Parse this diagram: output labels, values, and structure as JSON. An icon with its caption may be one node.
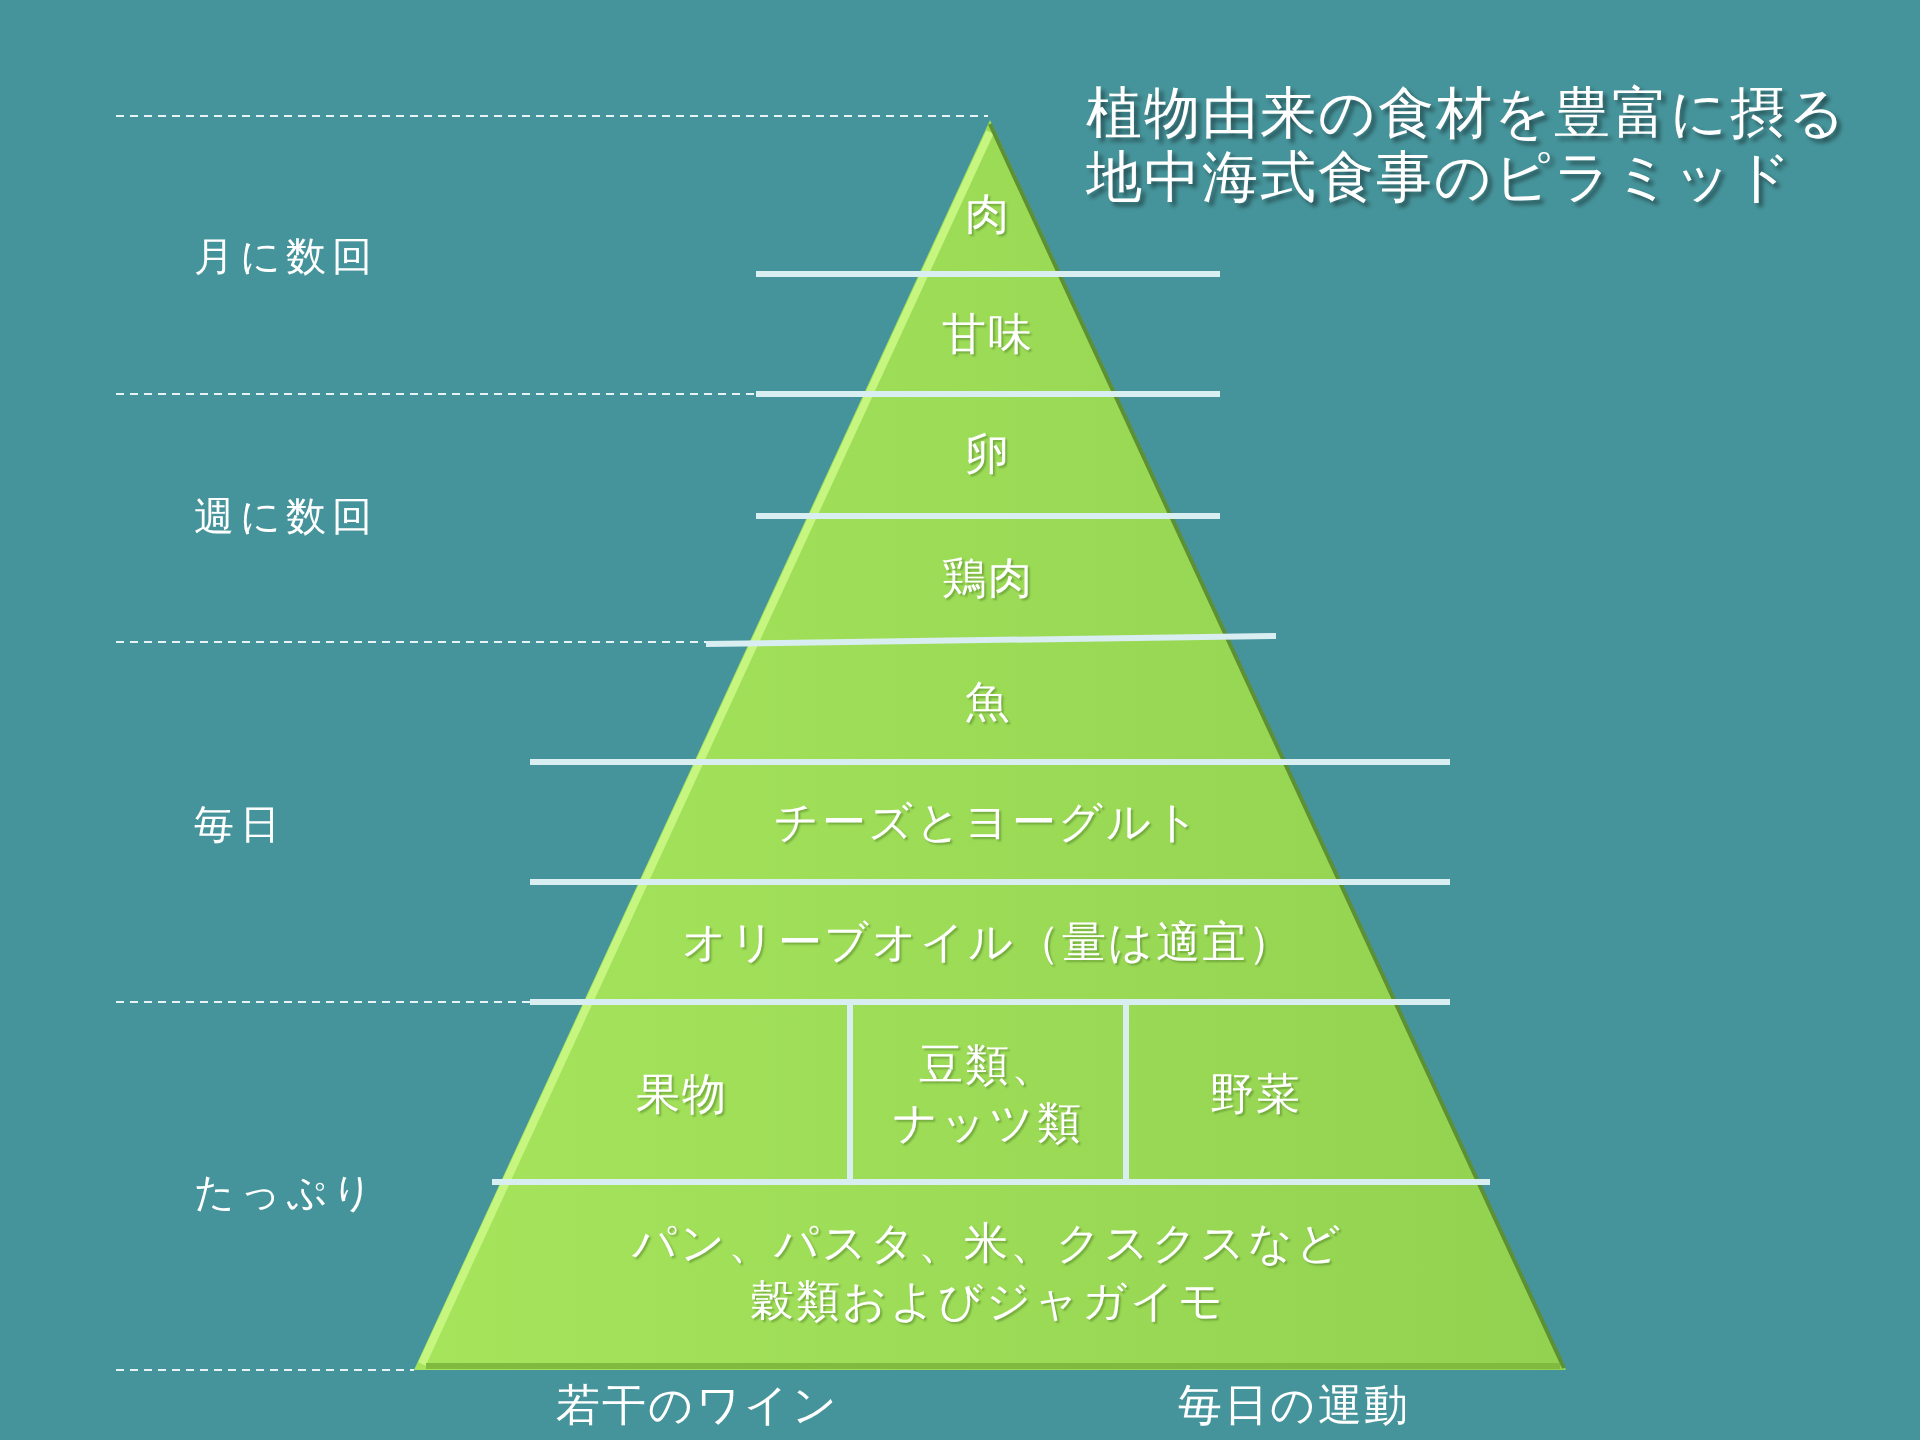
{
  "diagram": {
    "title": "植物由来の食材を豊富に摂る地中海式食事のピラミッド",
    "nodes": [
      {
        "text": [],
        "shape": "triangle"
      },
      {
        "text": [
          "肉"
        ],
        "in": 0
      },
      {
        "text": [
          "甘味"
        ],
        "in": 0
      },
      {
        "text": [
          "卵"
        ],
        "in": 0
      },
      {
        "text": [
          "鶏肉"
        ],
        "in": 0
      },
      {
        "text": [
          "魚"
        ],
        "in": 0
      },
      {
        "text": [
          "チーズとヨーグルト"
        ],
        "in": 0
      },
      {
        "text": [
          "オリーブオイル（量は適宜）"
        ],
        "in": 0
      },
      {
        "text": [
          "果物"
        ],
        "in": 0
      },
      {
        "text": [
          "豆類、ナッツ類"
        ],
        "in": 0
      },
      {
        "text": [
          "野菜"
        ],
        "in": 0
      },
      {
        "text": [
          "パン、パスタ、米、クスクスなど穀類およびジャガイモ"
        ],
        "in": 0
      }
    ],
    "labels": [
      "月に数回",
      "週に数回",
      "毎日",
      "たっぷり",
      "若干のワイン",
      "毎日の運動"
    ]
  }
}
